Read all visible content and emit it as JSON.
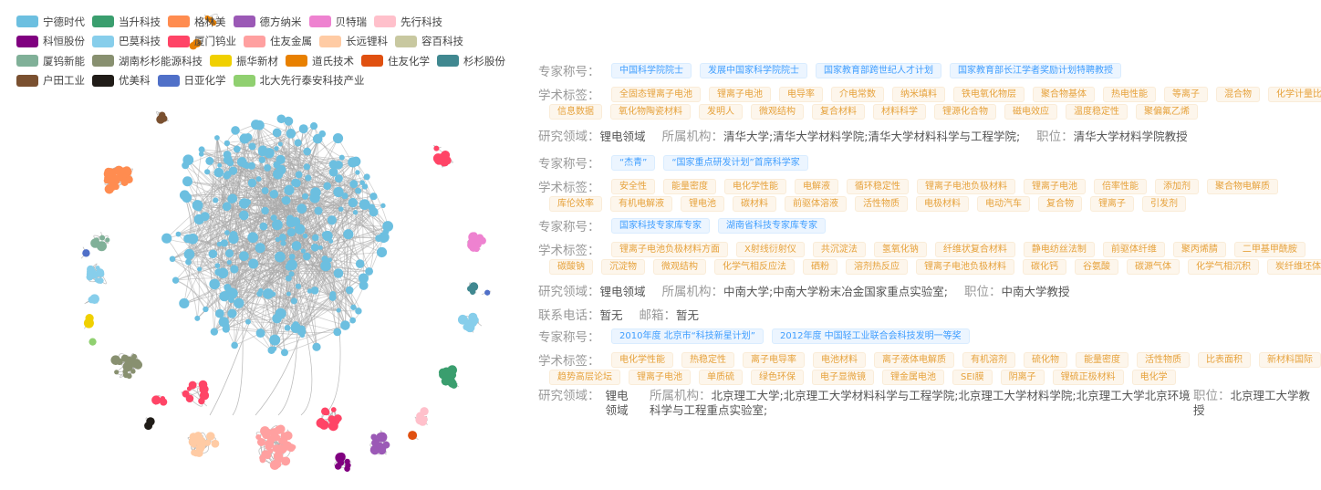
{
  "legend": [
    [
      {
        "name": "宁德时代",
        "color": "#6cbfe0"
      },
      {
        "name": "当升科技",
        "color": "#3a9e6e"
      },
      {
        "name": "格林美",
        "color": "#ff8c50"
      },
      {
        "name": "德方纳米",
        "color": "#9b59b6"
      },
      {
        "name": "贝特瑞",
        "color": "#ee82d0"
      },
      {
        "name": "先行科技",
        "color": "#ffc0cb"
      }
    ],
    [
      {
        "name": "科恒股份",
        "color": "#800080"
      },
      {
        "name": "巴莫科技",
        "color": "#87ceeb"
      },
      {
        "name": "厦门钨业",
        "color": "#ff4466"
      },
      {
        "name": "住友金属",
        "color": "#ffa0a0"
      },
      {
        "name": "长远锂科",
        "color": "#ffcba4"
      },
      {
        "name": "容百科技",
        "color": "#c8c8a0"
      }
    ],
    [
      {
        "name": "厦钨新能",
        "color": "#80b098"
      },
      {
        "name": "湖南杉杉能源科技",
        "color": "#889070"
      },
      {
        "name": "振华新材",
        "color": "#f0d000"
      },
      {
        "name": "道氏技术",
        "color": "#e88000"
      },
      {
        "name": "住友化学",
        "color": "#e05010"
      },
      {
        "name": "杉杉股份",
        "color": "#408890"
      }
    ],
    [
      {
        "name": "户田工业",
        "color": "#7a5030"
      },
      {
        "name": "优美科",
        "color": "#201c18"
      },
      {
        "name": "日亚化学",
        "color": "#5070c8"
      },
      {
        "name": "北大先行泰安科技产业",
        "color": "#90d070"
      }
    ]
  ],
  "labels": {
    "title": "专家称号：",
    "tags": "学术标签：",
    "field": "研究领域：",
    "org": "所属机构：",
    "position": "职位：",
    "phone": "联系电话：",
    "email": "邮箱："
  },
  "experts": [
    {
      "titles": [
        "中国科学院院士",
        "发展中国家科学院院士",
        "国家教育部跨世纪人才计划",
        "国家教育部长江学者奖励计划特聘教授"
      ],
      "tags": [
        [
          "全固态锂离子电池",
          "锂离子电池",
          "电导率",
          "介电常数",
          "纳米填料",
          "铁电氧化物层",
          "聚合物基体",
          "热电性能",
          "等离子",
          "混合物",
          "化学计量比"
        ],
        [
          "信息数据",
          "氧化物陶瓷材料",
          "发明人",
          "微观结构",
          "复合材料",
          "材料科学",
          "锂源化合物",
          "磁电效应",
          "温度稳定性",
          "聚偏氟乙烯"
        ]
      ],
      "field": "锂电领域",
      "org": "清华大学;清华大学材料学院;清华大学材料科学与工程学院;",
      "position": "清华大学材料学院教授"
    },
    {
      "titles": [
        "“杰青”",
        "“国家重点研发计划”首席科学家"
      ],
      "tags": [
        [
          "安全性",
          "能量密度",
          "电化学性能",
          "电解液",
          "循环稳定性",
          "锂离子电池负极材料",
          "锂离子电池",
          "倍率性能",
          "添加剂",
          "聚合物电解质"
        ],
        [
          "库伦效率",
          "有机电解液",
          "锂电池",
          "碳材料",
          "前驱体溶液",
          "活性物质",
          "电极材料",
          "电动汽车",
          "复合物",
          "锂离子",
          "引发剂"
        ]
      ]
    },
    {
      "titles": [
        "国家科技专家库专家",
        "湖南省科技专家库专家"
      ],
      "tags": [
        [
          "锂离子电池负极材料方面",
          "X射线衍射仪",
          "共沉淀法",
          "氢氧化钠",
          "纤维状复合材料",
          "静电纺丝法制",
          "前驱体纤维",
          "聚丙烯腈",
          "二甲基甲酰胺"
        ],
        [
          "碳酸钠",
          "沉淀物",
          "微观结构",
          "化学气相反应法",
          "硒粉",
          "溶剂热反应",
          "锂离子电池负极材料",
          "碳化钙",
          "谷氨酸",
          "碳源气体",
          "化学气相沉积",
          "炭纤维坯体"
        ]
      ],
      "field": "锂电领域",
      "org": "中南大学;中南大学粉末冶金国家重点实验室;",
      "position": "中南大学教授",
      "phone": "暂无",
      "email": "暂无"
    },
    {
      "titles": [
        "2010年度 北京市“科技新星计划”",
        "2012年度 中国轻工业联合会科技发明一等奖"
      ],
      "tags": [
        [
          "电化学性能",
          "热稳定性",
          "离子电导率",
          "电池材料",
          "离子液体电解质",
          "有机溶剂",
          "硫化物",
          "能量密度",
          "活性物质",
          "比表面积",
          "新材料国际"
        ],
        [
          "趋势高层论坛",
          "锂离子电池",
          "单质硫",
          "绿色环保",
          "电子显微镜",
          "锂金属电池",
          "SEI膜",
          "阴离子",
          "锂硫正极材料",
          "电化学"
        ]
      ],
      "field": "锂电领域",
      "org": "北京理工大学;北京理工大学材料科学与工程学院;北京理工大学材料学院;北京理工大学北京环境科学与工程重点实验室;",
      "position": "北京理工大学教授"
    }
  ],
  "graph": {
    "edge_color": "#aaaaaa"
  }
}
